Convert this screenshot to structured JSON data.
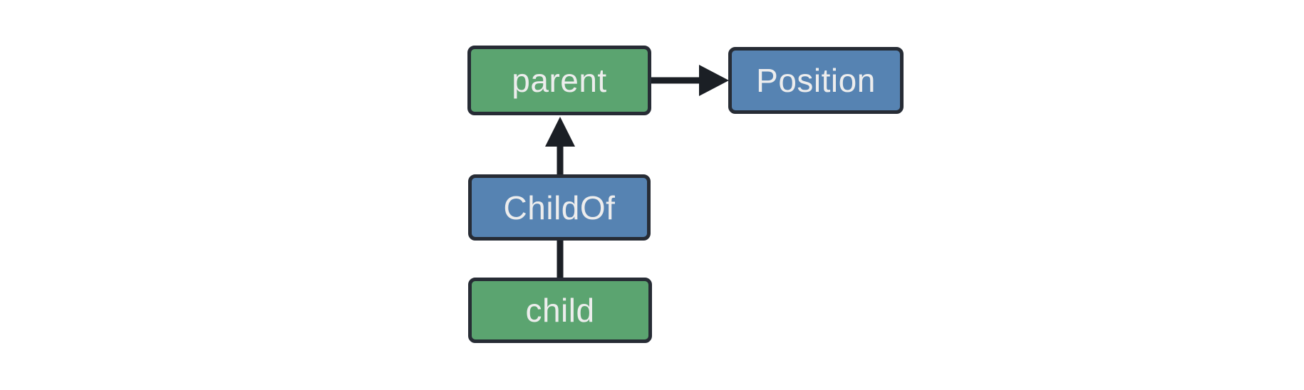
{
  "diagram": {
    "nodes": [
      {
        "id": "parent",
        "label": "parent",
        "kind": "entity"
      },
      {
        "id": "position",
        "label": "Position",
        "kind": "component"
      },
      {
        "id": "childof",
        "label": "ChildOf",
        "kind": "component"
      },
      {
        "id": "child",
        "label": "child",
        "kind": "entity"
      }
    ],
    "edges": [
      {
        "from": "parent",
        "to": "Position",
        "style": "arrow"
      },
      {
        "from": "ChildOf",
        "to": "parent",
        "style": "arrow"
      },
      {
        "from": "child",
        "to": "ChildOf",
        "style": "line"
      }
    ],
    "colors": {
      "entity_fill": "#5ba470",
      "component_fill": "#5683b2",
      "border": "#272c35",
      "edge": "#1b1f25",
      "label": "#ededed",
      "background": "#ffffff"
    }
  }
}
